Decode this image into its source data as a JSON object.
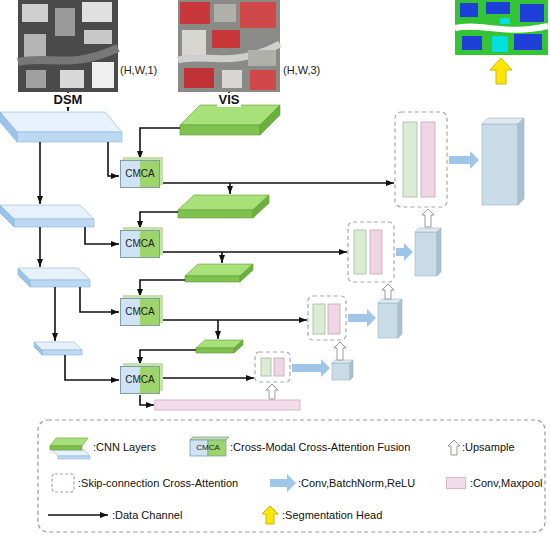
{
  "diagram": {
    "nodes": [
      {
        "text": [
          "DSM"
        ]
      },
      {
        "text": [
          "VIS"
        ]
      },
      {
        "text": [
          "CMCA"
        ]
      },
      {
        "text": [
          "CMCA"
        ]
      },
      {
        "text": [
          "CMCA"
        ]
      },
      {
        "text": [
          "CMCA"
        ]
      }
    ],
    "labels": [
      "(H,W,1)",
      "(H,W,3)",
      "CMCA"
    ],
    "legend": [
      {
        "text": ":CNN Layers"
      },
      {
        "text": ":Cross-Modal Cross-Attention Fusion"
      },
      {
        "text": ":Upsample"
      },
      {
        "text": ":Skip-connection Cross-Attention"
      },
      {
        "text": ":Conv,BatchNorm,ReLU"
      },
      {
        "text": ":Conv,Maxpool",
        "color": "#f2dcea"
      },
      {
        "text": ":Data Channel"
      },
      {
        "text": ":Segmentation Head"
      }
    ]
  }
}
